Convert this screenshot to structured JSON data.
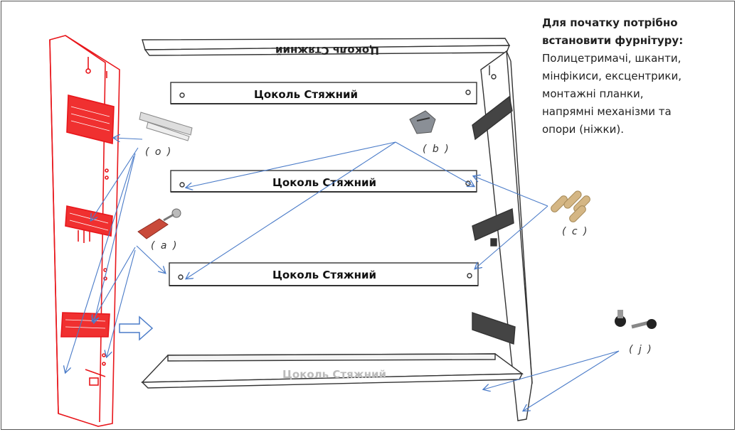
{
  "intro": {
    "heading": "Для початку потрібно встановити фурнітуру:",
    "lines": [
      "Полицетримачі, шканти,",
      "мінфікиси, ексцентрики,",
      "монтажні планки,",
      "напрямні механізми та",
      "опори (ніжки)."
    ]
  },
  "part_labels": {
    "o": "( o )",
    "b": "( b )",
    "c": "( c )",
    "a": "( a )",
    "j": "( j )"
  },
  "plinth_label": "Цоколь Стяжний",
  "colors": {
    "side_panel": "#e8161b",
    "arrow": "#4a7bc8",
    "outline": "#333333"
  }
}
